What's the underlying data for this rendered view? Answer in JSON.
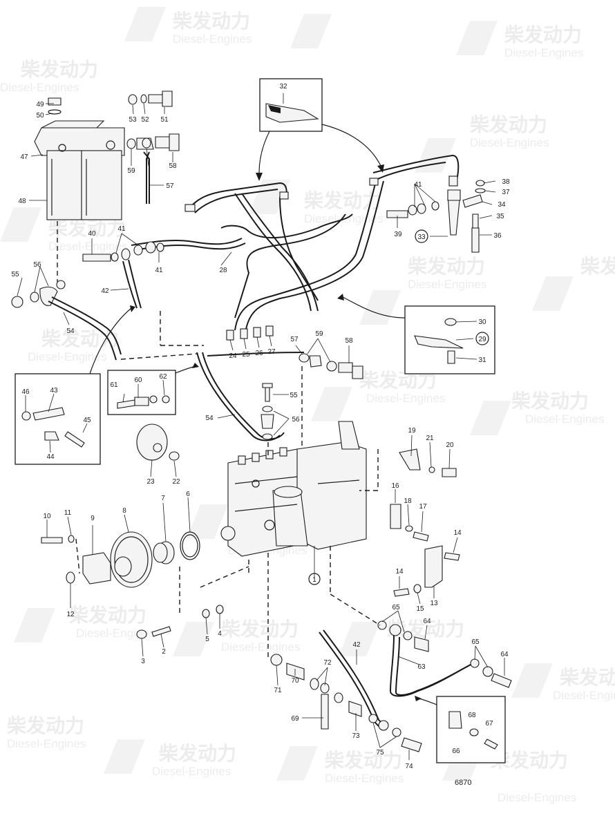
{
  "watermark": {
    "brand": "柴发动力",
    "sub": "Diesel-Engines"
  },
  "drawing_number": "6870",
  "labels": {
    "l1": "1",
    "l2": "2",
    "l3": "3",
    "l4": "4",
    "l5": "5",
    "l6": "6",
    "l7": "7",
    "l8": "8",
    "l9": "9",
    "l10": "10",
    "l11": "11",
    "l12": "12",
    "l13": "13",
    "l14a": "14",
    "l14b": "14",
    "l15": "15",
    "l16": "16",
    "l17": "17",
    "l18": "18",
    "l19": "19",
    "l20": "20",
    "l21": "21",
    "l22": "22",
    "l23": "23",
    "l24": "24",
    "l25": "25",
    "l26": "26",
    "l27": "27",
    "l28": "28",
    "l29": "29",
    "l30": "30",
    "l31": "31",
    "l32": "32",
    "l33": "33",
    "l34": "34",
    "l35": "35",
    "l36": "36",
    "l37": "37",
    "l38": "38",
    "l39": "39",
    "l40": "40",
    "l41a": "41",
    "l41b": "41",
    "l41c": "41",
    "l42a": "42",
    "l42b": "42",
    "l43": "43",
    "l44": "44",
    "l45": "45",
    "l46": "46",
    "l47": "47",
    "l48": "48",
    "l49": "49",
    "l50": "50",
    "l51": "51",
    "l52": "52",
    "l53": "53",
    "l54a": "54",
    "l54b": "54",
    "l55a": "55",
    "l55b": "55",
    "l56a": "56",
    "l56b": "56",
    "l57a": "57",
    "l57b": "57",
    "l58a": "58",
    "l58b": "58",
    "l59a": "59",
    "l59b": "59",
    "l60": "60",
    "l61": "61",
    "l62": "62",
    "l63": "63",
    "l64a": "64",
    "l64b": "64",
    "l65a": "65",
    "l65b": "65",
    "l66": "66",
    "l67": "67",
    "l68": "68",
    "l69": "69",
    "l70": "70",
    "l71": "71",
    "l72": "72",
    "l73": "73",
    "l74": "74",
    "l75": "75"
  }
}
